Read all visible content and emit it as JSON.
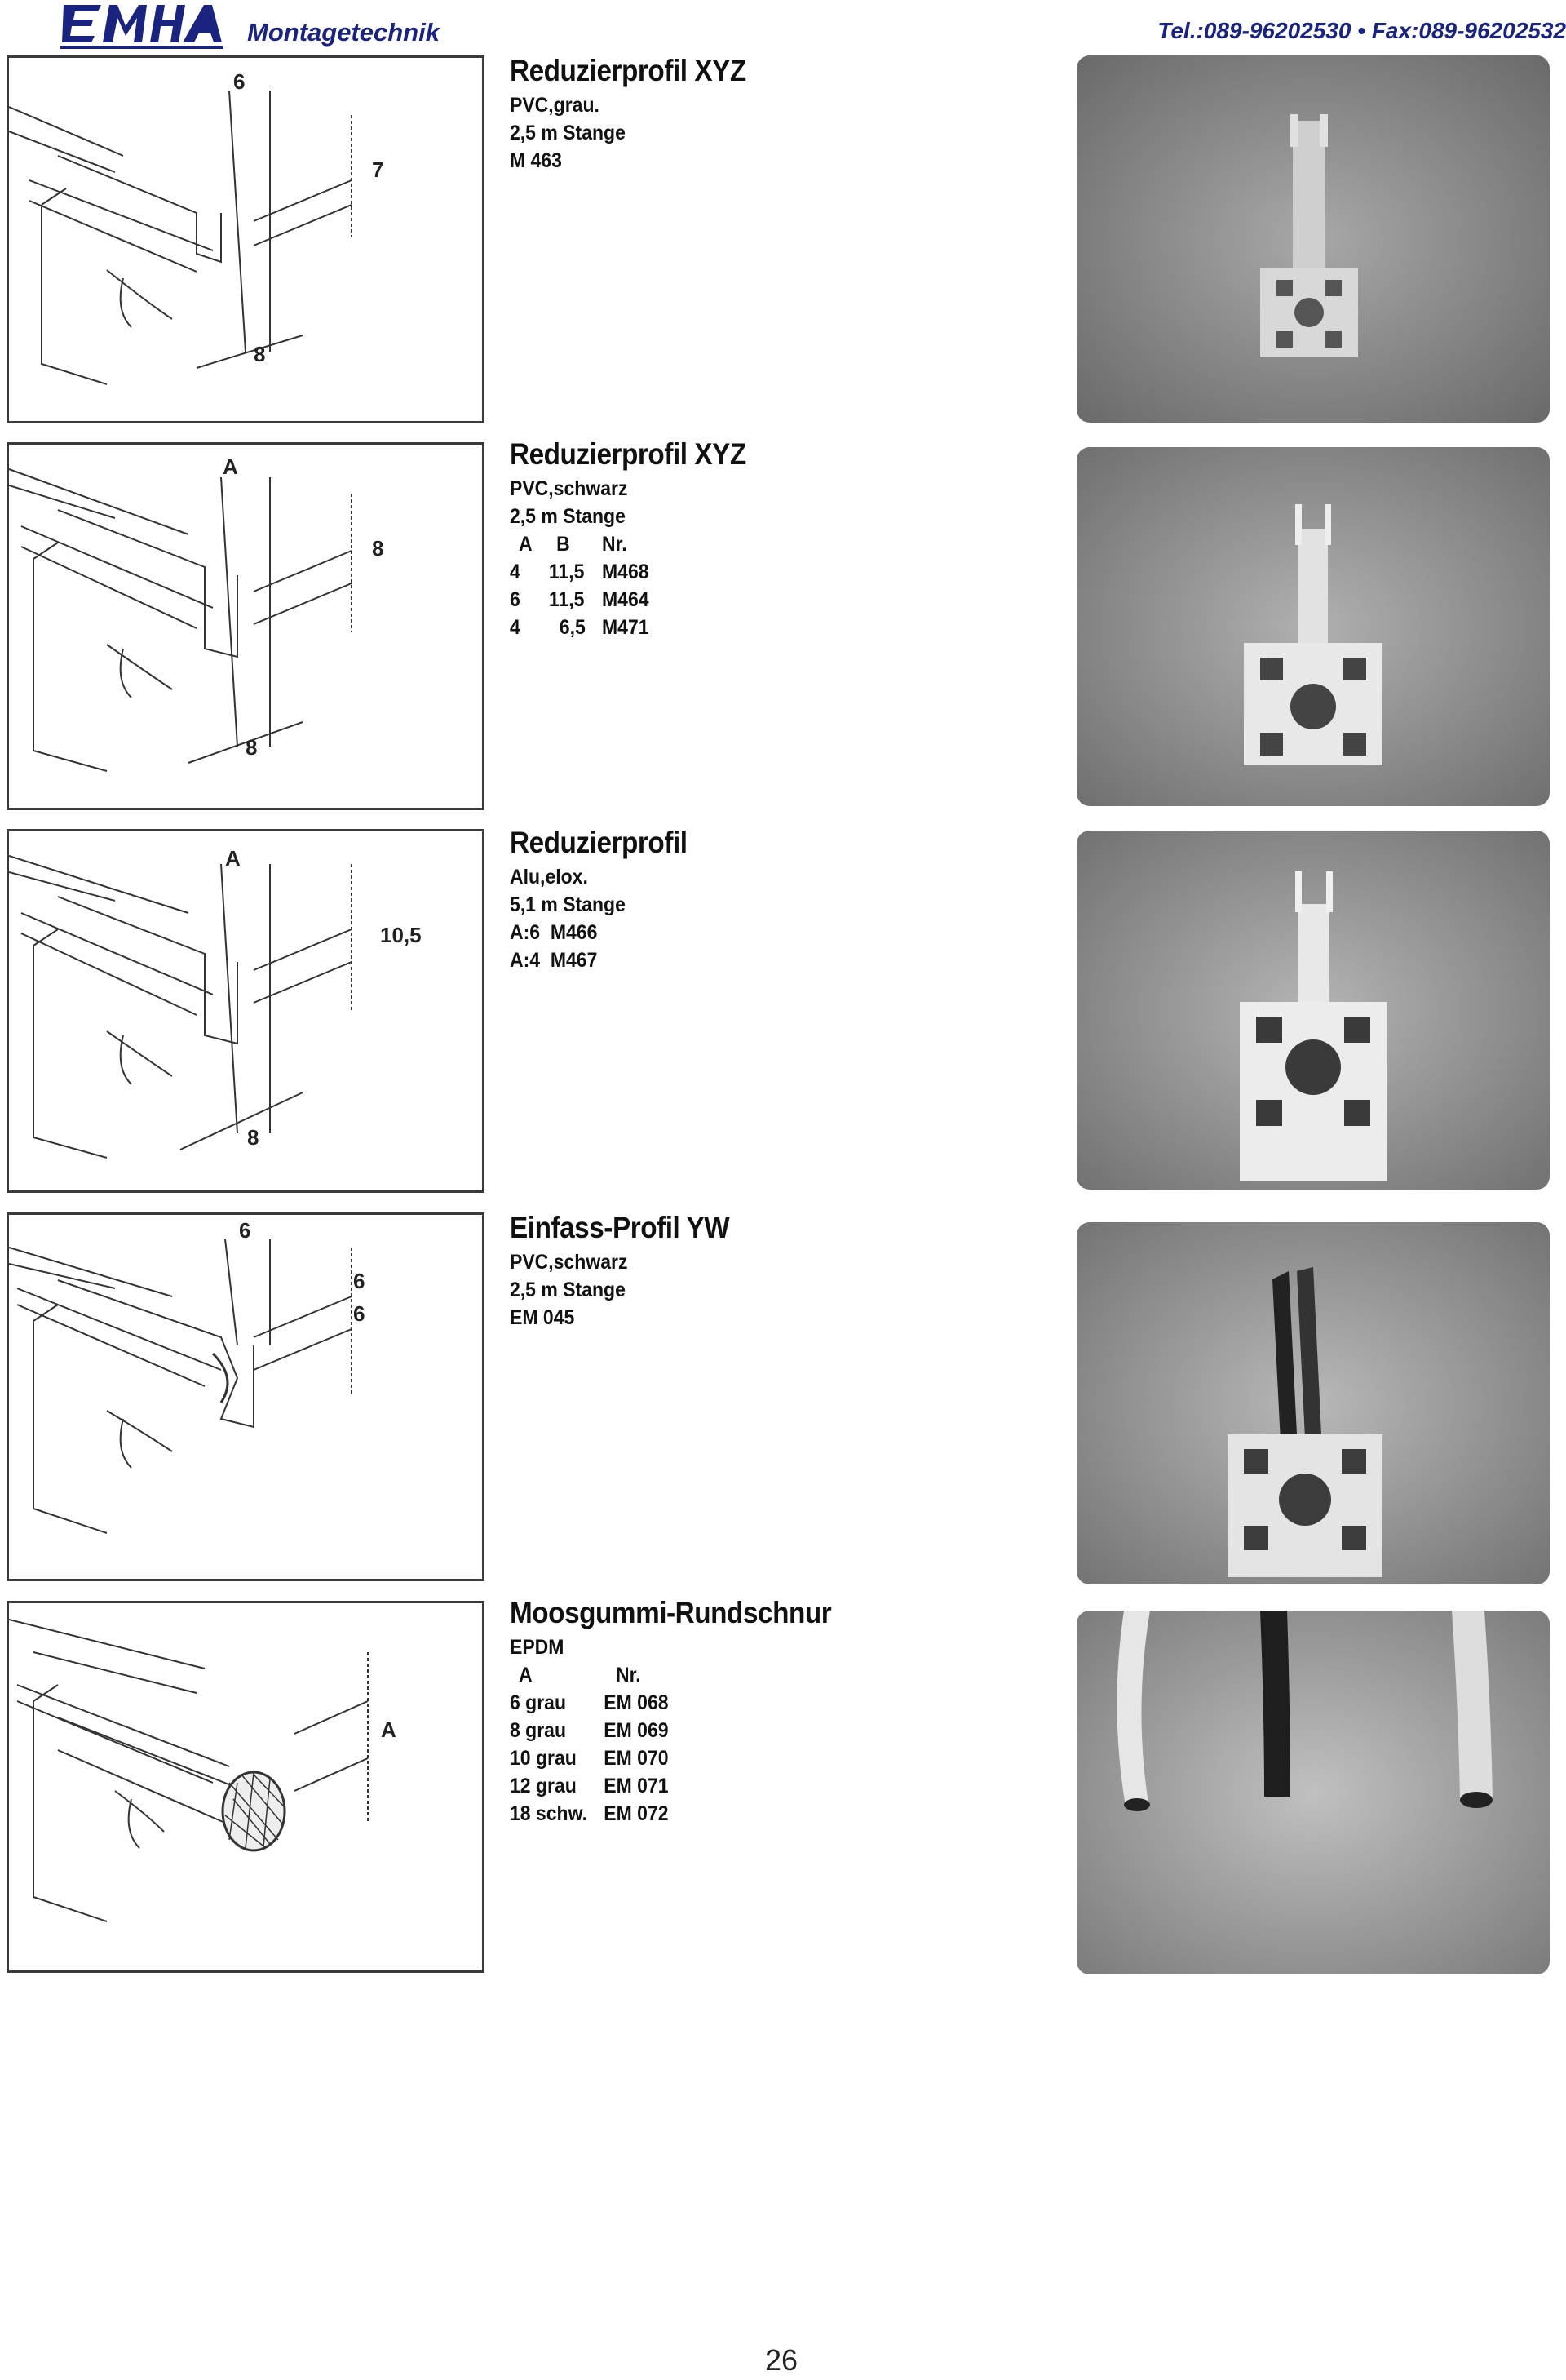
{
  "header": {
    "subtitle": "Montagetechnik",
    "contact": "Tel.:089-96202530 • Fax:089-96202532"
  },
  "products": [
    {
      "title": "Reduzierprofil XYZ",
      "lines": [
        "PVC,grau.",
        "2,5 m Stange",
        "M 463"
      ],
      "dims": [
        "6",
        "7",
        "8"
      ]
    },
    {
      "title": "Reduzierprofil XYZ",
      "lines": [
        "PVC,schwarz",
        "2,5 m Stange"
      ],
      "table_header": [
        "A",
        "B",
        "Nr."
      ],
      "table_rows": [
        [
          "4",
          "11,5",
          "M468"
        ],
        [
          "6",
          "11,5",
          "M464"
        ],
        [
          "4",
          "6,5",
          "M471"
        ]
      ],
      "dims": [
        "A",
        "8",
        "8"
      ]
    },
    {
      "title": "Reduzierprofil",
      "lines": [
        "Alu,elox.",
        "5,1 m Stange",
        "A:6  M466",
        "A:4  M467"
      ],
      "dims": [
        "A",
        "10,5",
        "8"
      ]
    },
    {
      "title": "Einfass-Profil YW",
      "lines": [
        "PVC,schwarz",
        "2,5 m Stange",
        "EM 045"
      ],
      "dims": [
        "6",
        "6",
        "6"
      ]
    },
    {
      "title": "Moosgummi-Rundschnur",
      "lines": [
        "EPDM"
      ],
      "table_header": [
        "A",
        "Nr."
      ],
      "table_rows": [
        [
          "6 grau",
          "EM 068"
        ],
        [
          "8 grau",
          "EM 069"
        ],
        [
          "10 grau",
          "EM 070"
        ],
        [
          "12 grau",
          "EM 071"
        ],
        [
          "18 schw.",
          "EM 072"
        ]
      ],
      "dims": [
        "A"
      ]
    }
  ],
  "page_number": "26"
}
